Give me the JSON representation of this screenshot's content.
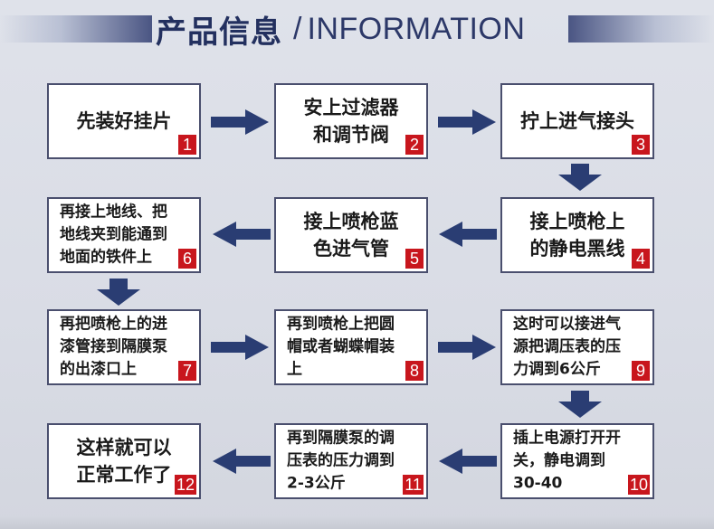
{
  "header": {
    "title_zh": "产品信息",
    "separator": "/",
    "title_en": "INFORMATION"
  },
  "colors": {
    "title": "#23305f",
    "box_border": "#4a4f6e",
    "badge_bg": "#c8161d",
    "arrow": "#2a3d73"
  },
  "steps": [
    {
      "number": "1",
      "lines": [
        "先装好挂片"
      ]
    },
    {
      "number": "2",
      "lines": [
        "安上过滤器",
        "和调节阀"
      ]
    },
    {
      "number": "3",
      "lines": [
        "拧上进气接头"
      ]
    },
    {
      "number": "4",
      "lines": [
        "接上喷枪上",
        "的静电黑线"
      ]
    },
    {
      "number": "5",
      "lines": [
        "接上喷枪蓝",
        "色进气管"
      ]
    },
    {
      "number": "6",
      "lines": [
        "再接上地线、把",
        "地线夹到能通到",
        "地面的铁件上"
      ]
    },
    {
      "number": "7",
      "lines": [
        "再把喷枪上的进",
        "漆管接到隔膜泵",
        "的出漆口上"
      ]
    },
    {
      "number": "8",
      "lines": [
        "再到喷枪上把圆",
        "帽或者蝴蝶帽装",
        "上"
      ]
    },
    {
      "number": "9",
      "lines": [
        "这时可以接进气",
        "源把调压表的压",
        "力调到6公斤"
      ]
    },
    {
      "number": "10",
      "lines": [
        "插上电源打开开",
        "关，静电调到",
        "30-40"
      ]
    },
    {
      "number": "11",
      "lines": [
        "再到隔膜泵的调",
        "压表的压力调到",
        "2-3公斤"
      ]
    },
    {
      "number": "12",
      "lines": [
        "这样就可以",
        "正常工作了"
      ]
    }
  ]
}
